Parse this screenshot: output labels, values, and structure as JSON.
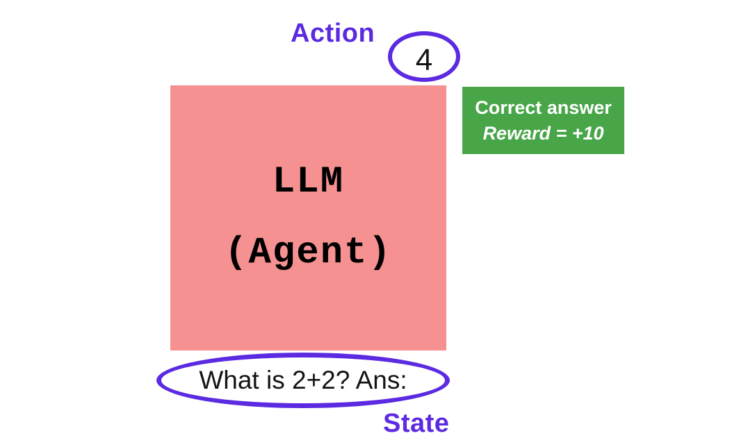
{
  "diagram": {
    "title_hint": "LLM agent reinforcement-learning loop diagram",
    "action": {
      "label": "Action",
      "value": "4"
    },
    "agent": {
      "line1": "LLM",
      "line2": "(Agent)"
    },
    "reward": {
      "line1": "Correct answer",
      "line2": "Reward = +10"
    },
    "state": {
      "label": "State",
      "text": "What is 2+2? Ans:"
    },
    "colors": {
      "agent_box": "#F69192",
      "reward_badge": "#48A548",
      "accent_purple": "#5B2AE1",
      "text_black": "#141414",
      "white": "#FFFFFF",
      "page_bg": "#FFFFFF"
    }
  }
}
